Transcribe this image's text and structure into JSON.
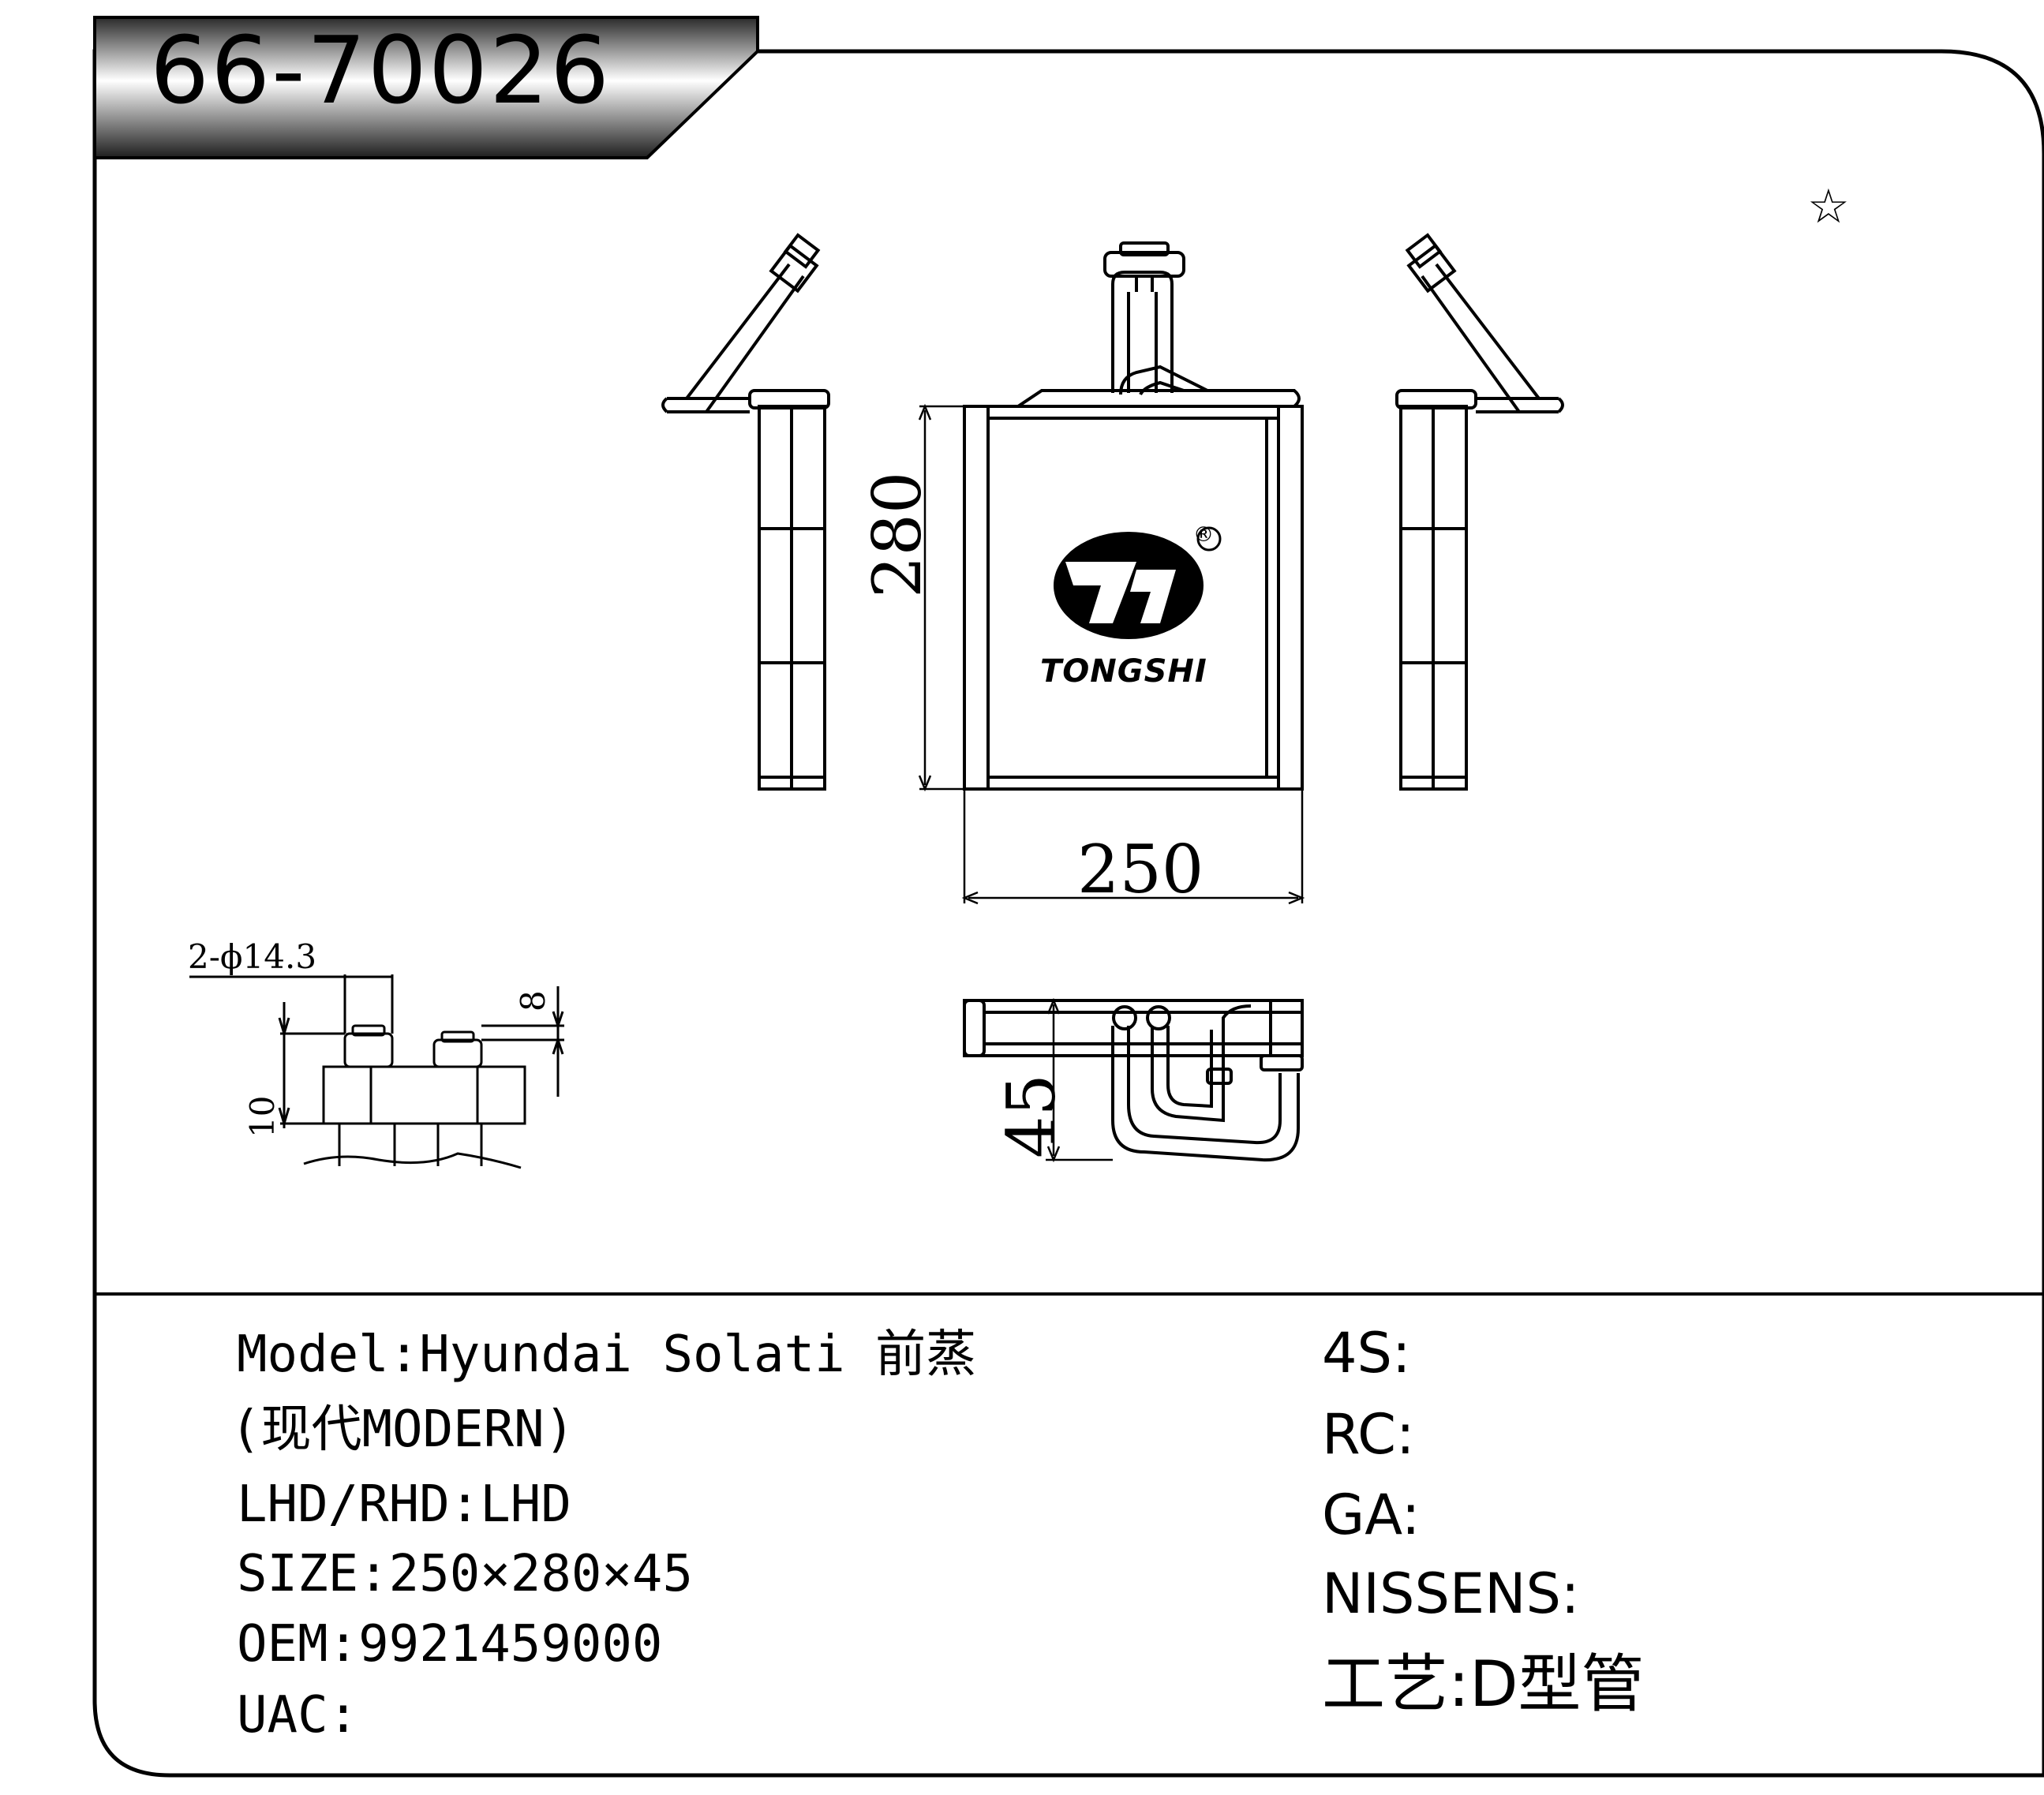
{
  "part_number": "66-70026",
  "brand": {
    "logo_text": "TONGSHI",
    "registered_mark": "®"
  },
  "star_mark": "☆",
  "dimensions": {
    "height": "280",
    "width": "250",
    "depth": "45",
    "pipe_spec": "2-ϕ14.3",
    "fitting_height": "8",
    "block_height": "10"
  },
  "specs": {
    "model_line1": "Model:Hyundai Solati 前蒸",
    "model_line2": "(现代MODERN)",
    "drive": "LHD/RHD:LHD",
    "size": "SIZE:250×280×45",
    "oem": "OEM:9921459000",
    "uac": "UAC:"
  },
  "references": {
    "s4": "4S:",
    "rc": "RC:",
    "ga": "GA:",
    "nissens": "NISSENS:",
    "process": "工艺:D型管"
  }
}
